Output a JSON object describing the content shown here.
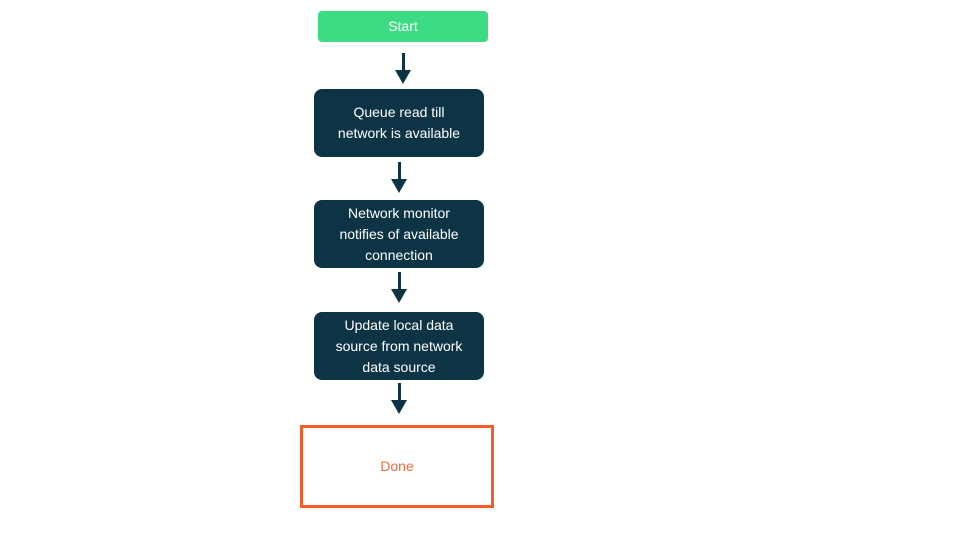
{
  "flowchart": {
    "nodes": {
      "start": {
        "label": "Start"
      },
      "queue": {
        "label": "Queue read till\nnetwork is available"
      },
      "monitor": {
        "label": "Network monitor\nnotifies of available\nconnection"
      },
      "update": {
        "label": "Update local data\nsource from network\ndata source"
      },
      "done": {
        "label": "Done"
      }
    },
    "colors": {
      "page_background": "#ffffff",
      "start_background": "#3ddc84",
      "process_background": "#0d3445",
      "arrow": "#0d3445",
      "done_border": "#f05f2a",
      "done_text": "#f4693b",
      "node_text": "#ffffff"
    }
  }
}
